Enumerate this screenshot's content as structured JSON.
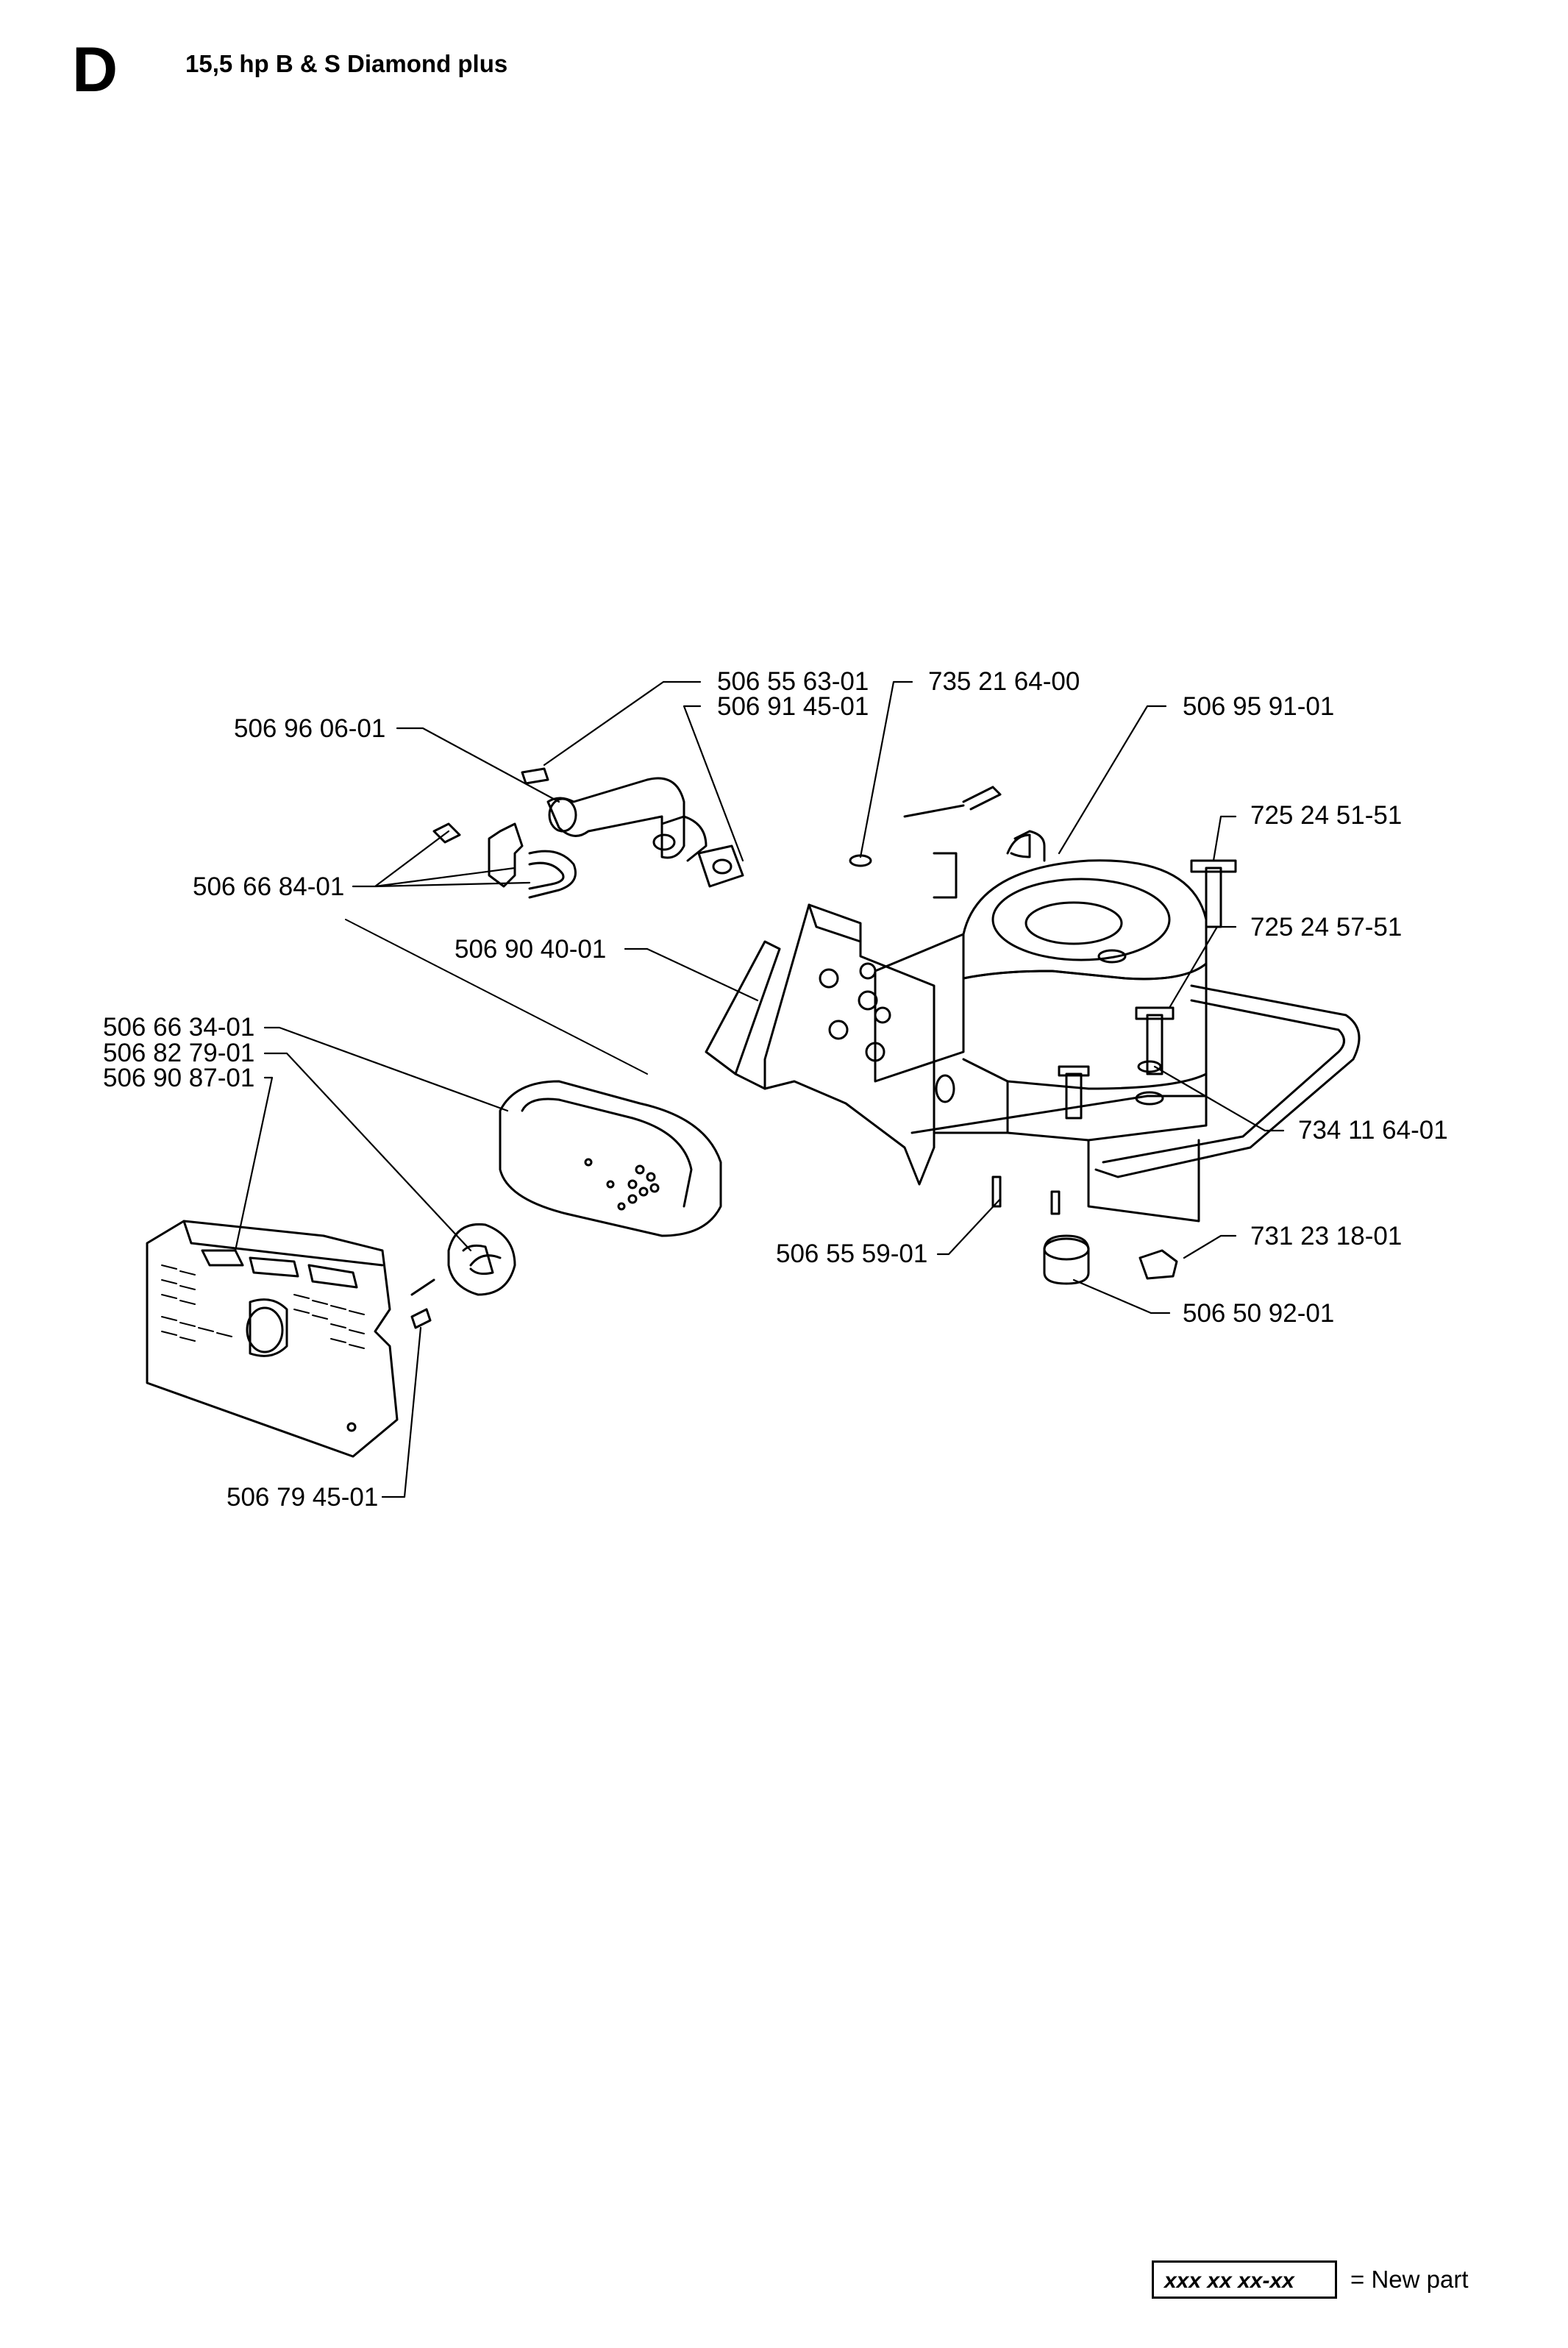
{
  "header": {
    "section_letter": "D",
    "title": "15,5 hp B & S Diamond plus"
  },
  "parts": [
    {
      "id": "p1",
      "number": "506 55 63-01"
    },
    {
      "id": "p2",
      "number": "506 91 45-01"
    },
    {
      "id": "p3",
      "number": "735 21 64-00"
    },
    {
      "id": "p4",
      "number": "506 95 91-01"
    },
    {
      "id": "p5",
      "number": "506 96 06-01"
    },
    {
      "id": "p6",
      "number": "725 24 51-51"
    },
    {
      "id": "p7",
      "number": "506 66 84-01"
    },
    {
      "id": "p8",
      "number": "725 24 57-51"
    },
    {
      "id": "p9",
      "number": "506 90 40-01"
    },
    {
      "id": "p10",
      "number": "506 66 34-01"
    },
    {
      "id": "p11",
      "number": "506 82 79-01"
    },
    {
      "id": "p12",
      "number": "506 90 87-01"
    },
    {
      "id": "p13",
      "number": "734 11 64-01"
    },
    {
      "id": "p14",
      "number": "731 23 18-01"
    },
    {
      "id": "p15",
      "number": "506 55 59-01"
    },
    {
      "id": "p16",
      "number": "506 50 92-01"
    },
    {
      "id": "p17",
      "number": "506 79 45-01"
    }
  ],
  "legend": {
    "sample": "xxx xx xx-xx",
    "text": "= New part"
  }
}
